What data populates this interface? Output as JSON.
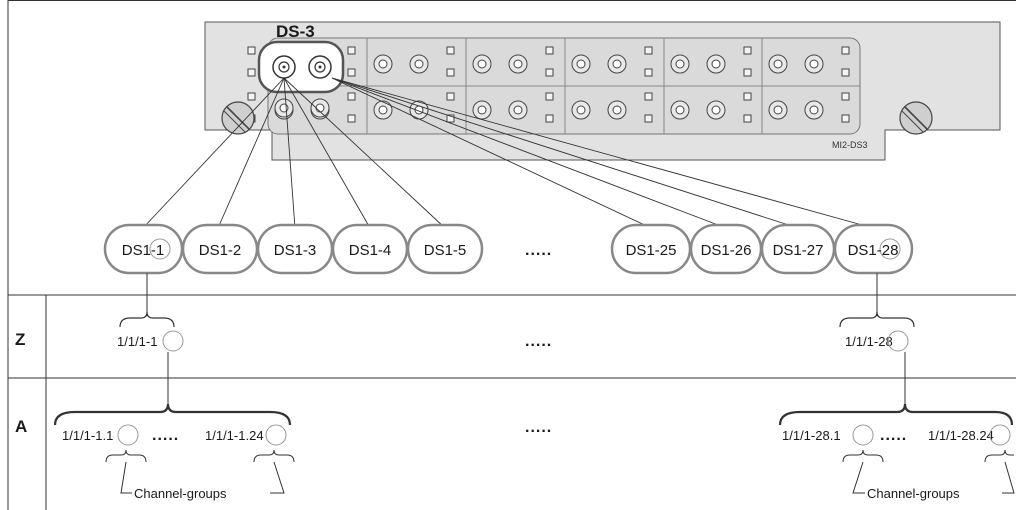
{
  "card_label": "DS-3",
  "card_model": "MI2-DS3",
  "ds1_pills": [
    "DS1-1",
    "DS1-2",
    "DS1-3",
    "DS1-4",
    "DS1-5",
    "DS1-25",
    "DS1-26",
    "DS1-27",
    "DS1-28"
  ],
  "ellipsis": ".....",
  "rows": {
    "z_label": "Z",
    "a_label": "A"
  },
  "z_row": {
    "left": "1/1/1-1",
    "right": "1/1/1-28"
  },
  "a_row": {
    "left_first": "1/1/1-1.1",
    "left_last": "1/1/1-1.24",
    "right_first": "1/1/1-28.1",
    "right_last": "1/1/1-28.24",
    "inner_dots": "....."
  },
  "channel_groups_label": "Channel-groups"
}
